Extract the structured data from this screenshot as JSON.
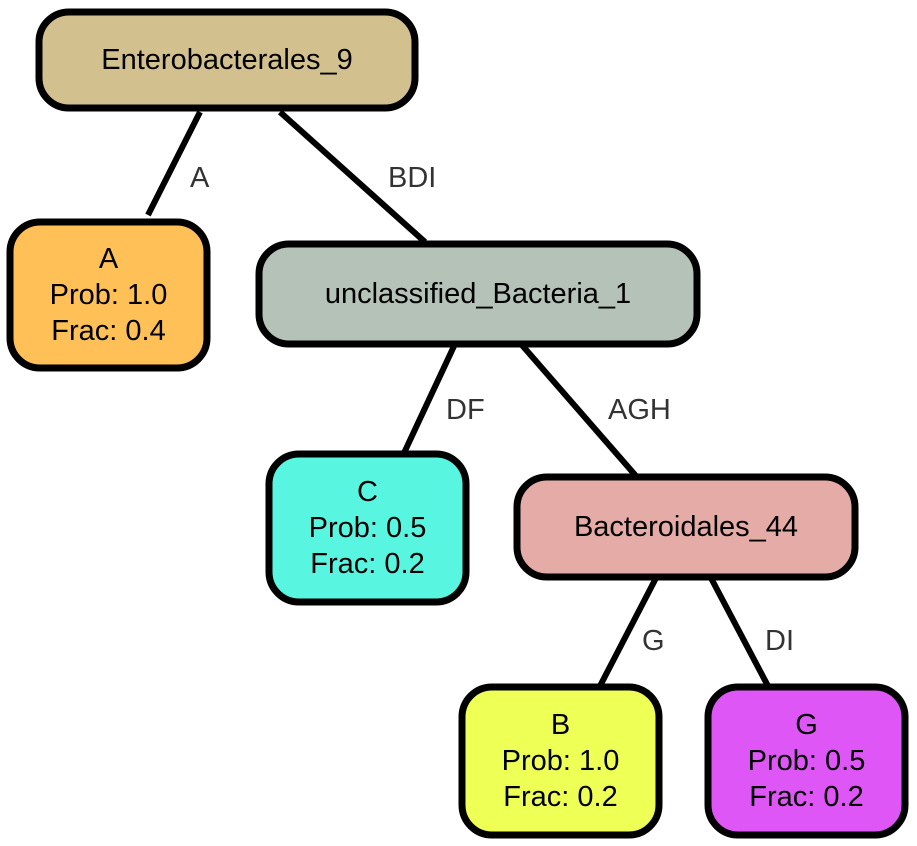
{
  "tree": {
    "nodes": [
      {
        "id": "n1",
        "lines": [
          "Enterobacterales_9"
        ],
        "color": "#d2c18f"
      },
      {
        "id": "n2",
        "lines": [
          "A",
          "Prob: 1.0",
          "Frac: 0.4"
        ],
        "color": "#fec057"
      },
      {
        "id": "n3",
        "lines": [
          "unclassified_Bacteria_1"
        ],
        "color": "#b5c2b7"
      },
      {
        "id": "n4",
        "lines": [
          "C",
          "Prob: 0.5",
          "Frac: 0.2"
        ],
        "color": "#58f6e0"
      },
      {
        "id": "n5",
        "lines": [
          "Bacteroidales_44"
        ],
        "color": "#e4aba7"
      },
      {
        "id": "n6",
        "lines": [
          "B",
          "Prob: 1.0",
          "Frac: 0.2"
        ],
        "color": "#eeff56"
      },
      {
        "id": "n7",
        "lines": [
          "G",
          "Prob: 0.5",
          "Frac: 0.2"
        ],
        "color": "#df56f6"
      }
    ],
    "edges": [
      {
        "from": "n1",
        "to": "n2",
        "label": "A"
      },
      {
        "from": "n1",
        "to": "n3",
        "label": "BDI"
      },
      {
        "from": "n3",
        "to": "n4",
        "label": "DF"
      },
      {
        "from": "n3",
        "to": "n5",
        "label": "AGH"
      },
      {
        "from": "n5",
        "to": "n6",
        "label": "G"
      },
      {
        "from": "n5",
        "to": "n7",
        "label": "DI"
      }
    ]
  }
}
